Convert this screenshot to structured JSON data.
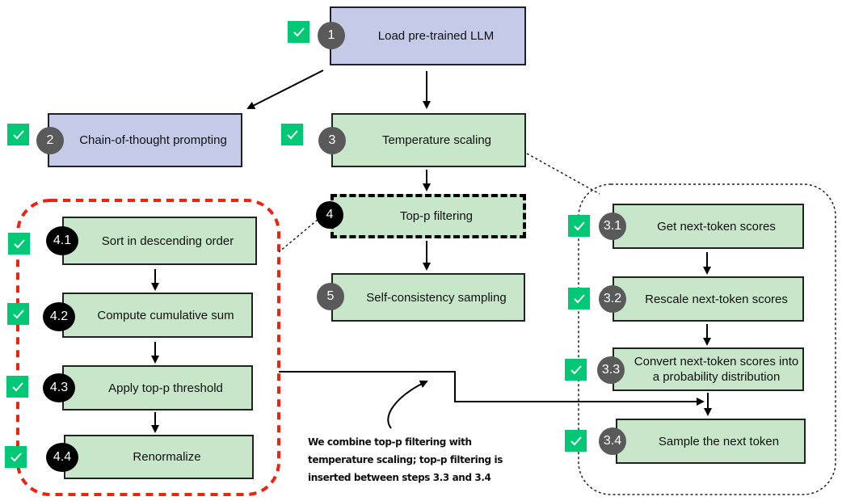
{
  "colors": {
    "process_blue": "#c5cae9",
    "process_green": "#c8e6c9",
    "check_green": "#00c875",
    "badge_gray": "#5a5a5a",
    "highlight_red": "#ee2211"
  },
  "steps": {
    "s1": {
      "num": "1",
      "label": "Load pre-trained LLM",
      "done": true
    },
    "s2": {
      "num": "2",
      "label": "Chain-of-thought prompting",
      "done": true
    },
    "s3": {
      "num": "3",
      "label": "Temperature scaling",
      "done": true
    },
    "s4": {
      "num": "4",
      "label": "Top-p filtering",
      "done": false
    },
    "s5": {
      "num": "5",
      "label": "Self-consistency sampling",
      "done": false
    },
    "s41": {
      "num": "4.1",
      "label": "Sort in descending order",
      "done": true
    },
    "s42": {
      "num": "4.2",
      "label": "Compute cumulative sum",
      "done": true
    },
    "s43": {
      "num": "4.3",
      "label": "Apply top-p threshold",
      "done": true
    },
    "s44": {
      "num": "4.4",
      "label": "Renormalize",
      "done": true
    },
    "s31": {
      "num": "3.1",
      "label": "Get next-token scores",
      "done": true
    },
    "s32": {
      "num": "3.2",
      "label": "Rescale next-token scores",
      "done": true
    },
    "s33": {
      "num": "3.3",
      "label": "Convert next-token scores into a probability distribution",
      "done": true
    },
    "s34": {
      "num": "3.4",
      "label": "Sample the next token",
      "done": true
    }
  },
  "annotation": "We combine top-p filtering with temperature scaling; top-p filtering is inserted between steps 3.3 and 3.4"
}
